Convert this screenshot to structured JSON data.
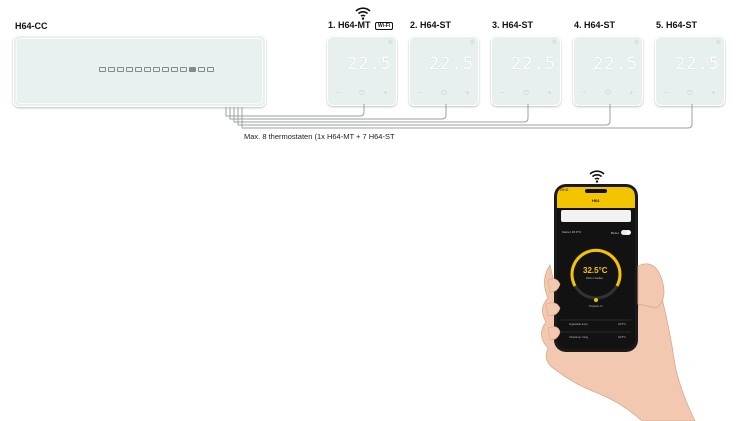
{
  "controller": {
    "label": "H64-CC"
  },
  "thermostats": [
    {
      "label": "1. H64-MT",
      "badge": "Wi-Fi"
    },
    {
      "label": "2. H64-ST"
    },
    {
      "label": "3. H64-ST"
    },
    {
      "label": "4. H64-ST"
    },
    {
      "label": "5. H64-ST"
    }
  ],
  "thermostat_display": "22.5",
  "bus_caption": "Max. 8 thermostaten (1x H64-MT + 7 H64-ST",
  "phone": {
    "time": "09:41",
    "app_title": "H64",
    "room": "Kamer 18.0°C",
    "toggle_label": "Bezet",
    "temperature": "32.5°C",
    "dial_caption": "Warm instellen",
    "program": "Program on",
    "row1_label": "Ingestelde temp.",
    "row1_value": "32.5°C",
    "row2_label": "Vloertemp. hoog",
    "row2_value": "32.5°C"
  },
  "colors": {
    "accent": "#f5c400",
    "bus_line": "#9aa0a0",
    "device": "#e8f0ef"
  }
}
